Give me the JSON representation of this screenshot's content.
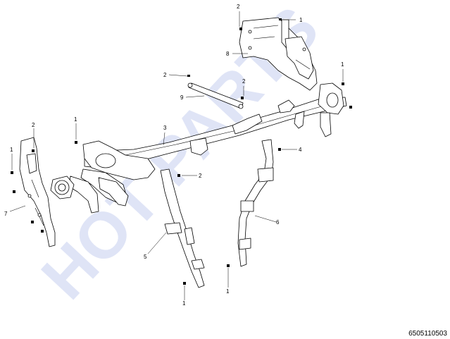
{
  "watermark": {
    "text": "HOT PARTS",
    "color": "#dfe4f6"
  },
  "document_number": "6505110503",
  "callouts": [
    {
      "id": "c2a",
      "label": "2"
    },
    {
      "id": "c1a",
      "label": "1"
    },
    {
      "id": "c8",
      "label": "8"
    },
    {
      "id": "c2b",
      "label": "2"
    },
    {
      "id": "c9",
      "label": "9"
    },
    {
      "id": "c2c",
      "label": "2"
    },
    {
      "id": "c1b",
      "label": "1"
    },
    {
      "id": "c3",
      "label": "3"
    },
    {
      "id": "c1c",
      "label": "1"
    },
    {
      "id": "c4",
      "label": "4"
    },
    {
      "id": "c2d",
      "label": "2"
    },
    {
      "id": "c2e",
      "label": "2"
    },
    {
      "id": "c1d",
      "label": "1"
    },
    {
      "id": "c7",
      "label": "7"
    },
    {
      "id": "c5",
      "label": "5"
    },
    {
      "id": "c6",
      "label": "6"
    },
    {
      "id": "c1e",
      "label": "1"
    },
    {
      "id": "c1f",
      "label": "1"
    }
  ]
}
